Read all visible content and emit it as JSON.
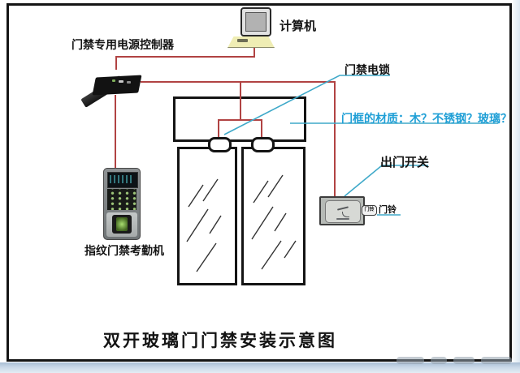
{
  "page": {
    "title": "双开玻璃门门禁安装示意图"
  },
  "labels": {
    "computer": "计算机",
    "power_controller": "门禁专用电源控制器",
    "electric_lock": "门禁电锁",
    "frame_material": "门框的材质：木？不锈钢？玻璃？",
    "exit_switch": "出门开关",
    "doorbell": "门铃",
    "doorbell_badge": "门铃",
    "fingerprint_terminal": "指纹门禁考勤机"
  },
  "colors": {
    "wire": "#b14343",
    "leader": "#3fa9c9",
    "annotation_text": "#1f9fd6",
    "outline": "#141414",
    "glass_streak": "#333333"
  }
}
